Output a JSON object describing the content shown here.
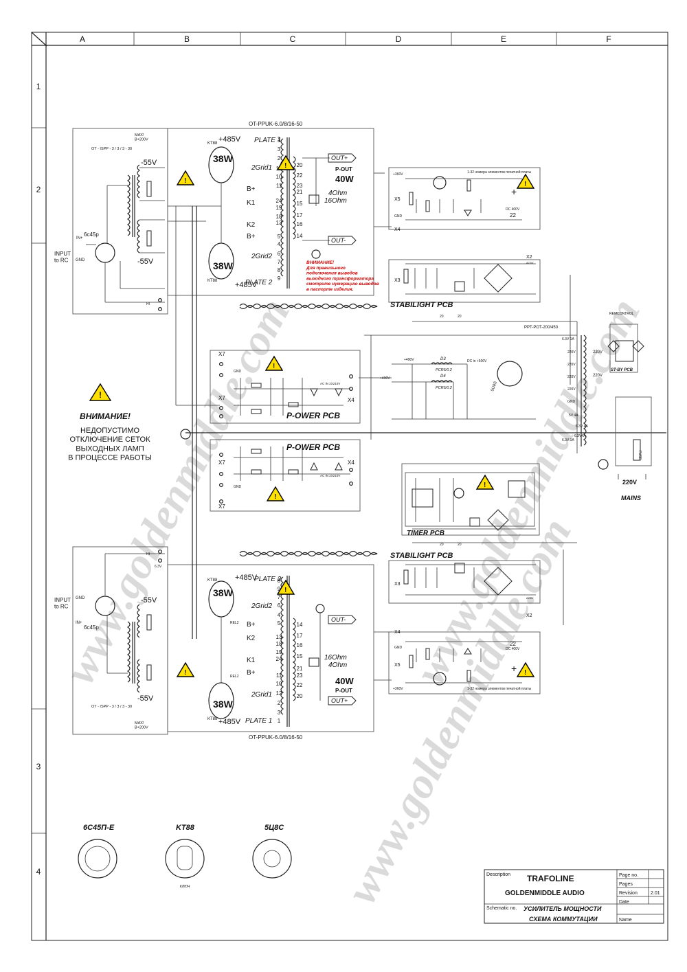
{
  "grid": {
    "columns": [
      "A",
      "B",
      "C",
      "D",
      "E",
      "F"
    ],
    "rows": [
      "1",
      "2",
      "3",
      "4"
    ]
  },
  "transformers": {
    "output_top": "OT-PPUK-6.0/8/16-50",
    "output_bottom": "OT-PPUK-6.0/8/16-50",
    "interstage": "OT - ISPP - 3 / 3 / 3 - 30",
    "power": "PPT-POT-200/450"
  },
  "labels": {
    "maxi_b200": "MAX!\nB+200V",
    "plate1": "PLATE 1",
    "plate2": "PLATE 2",
    "grid1": "2Grid1",
    "grid2": "2Grid2",
    "v485": "+485V",
    "v55": "-55V",
    "tube_power": "KT88",
    "tube_input": "6c45p",
    "watts": "38W",
    "input_rc": "INPUT\nto RC",
    "in_plus": "IN+",
    "gnd": "GND",
    "b_plus": "B+",
    "k1": "K1",
    "k2": "K2",
    "out_plus": "OUT+",
    "out_minus": "OUT-",
    "p_out": "P-OUT",
    "power_out": "40W",
    "ohm4": "4Ohm",
    "ohm16": "16Ohm",
    "hi": "HI",
    "v63": "6.3V",
    "rel2": "REL2",
    "stabilight": "STABILIGHT PCB",
    "p_ower": "P-OWER PCB",
    "timer": "TIMER PCB",
    "st_by": "ST-BY PCB",
    "remcontrol": "REMCONTROL",
    "x2": "X2",
    "x3": "X3",
    "x4": "X4",
    "x5": "X5",
    "x7": "X7",
    "v360": "+360V",
    "v490": "+490V",
    "dc500": "DC in +500V",
    "pcr": "PCR5/0.2",
    "tube_rect": "5U8S",
    "mains_v": "220V",
    "mains": "MAINS",
    "fuse": "FUSE",
    "ac_in": "AC IN 2X210V",
    "ac6v": "AC6V",
    "elements_note": "1-32 номера элементов печатной платы",
    "v220": "220V",
    "v63_1a": "6.3V 1A",
    "v5_4a": "5V 4A",
    "v63_4a": "6.3V 4A",
    "v63_4a_b": "6.3V4A"
  },
  "caution_note": "ВНИМАНИЕ!\nДля правильного\nподключения выводов\nвыходного трансформатора\nсмотрите нумерацию выводов\nв паспорте изделия.",
  "warning_main": {
    "title": "ВНИМАНИЕ!",
    "body": "НЕДОПУСТИМО\nОТКЛЮЧЕНИЕ СЕТОК\nВЫХОДНЫХ ЛАМП\nВ ПРОЦЕССЕ РАБОТЫ"
  },
  "pinouts": [
    {
      "name": "6C45П-E"
    },
    {
      "name": "KT88",
      "key": "КЛЮЧ"
    },
    {
      "name": "5Ц8С"
    }
  ],
  "title_block": {
    "description_label": "Description",
    "company": "TRAFOLINE",
    "brand": "GOLDENMIDDLE AUDIO",
    "schematic_label": "Schematic no.",
    "schematic_line1": "УСИЛИТЕЛЬ МОЩНОСТИ",
    "schematic_line2": "СХЕМА КОММУТАЦИИ",
    "page_label": "Page no.",
    "pages_label": "Pages",
    "revision_label": "Revision",
    "revision_value": "2.01",
    "date_label": "Date",
    "name_label": "Name"
  },
  "watermark": "www.goldenmiddle.com",
  "colors": {
    "warning": "#ffe000",
    "caution_text": "#cc0000"
  }
}
